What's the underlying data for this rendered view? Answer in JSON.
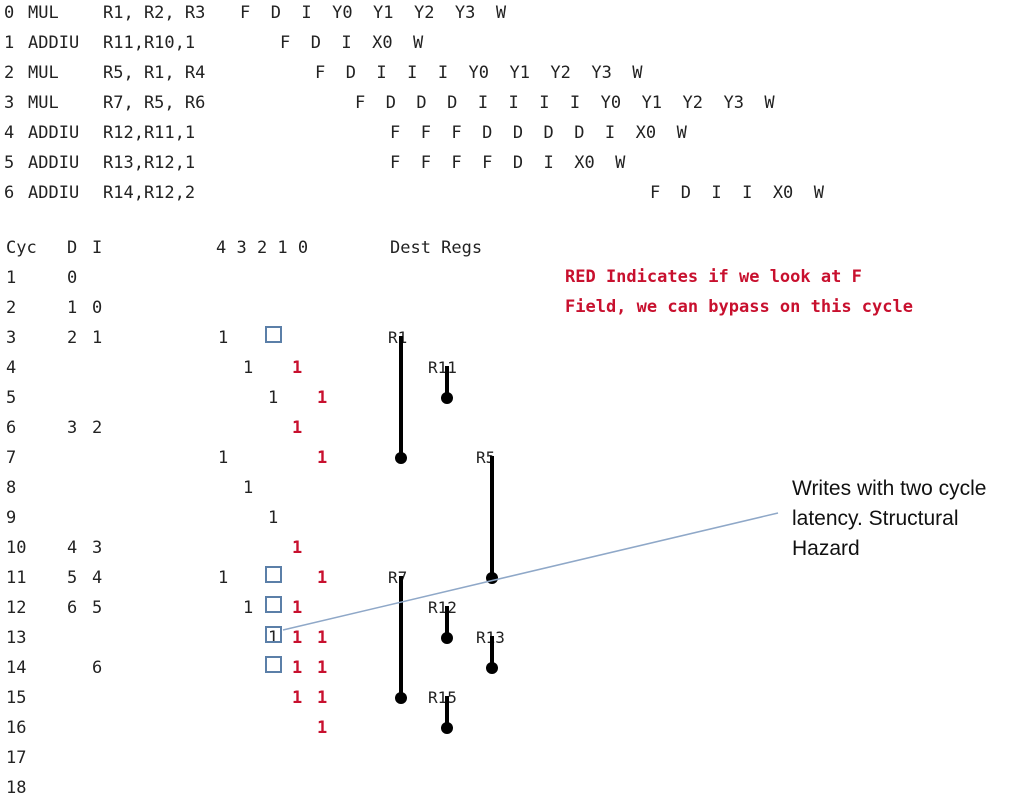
{
  "pipeline": [
    {
      "index": "0",
      "op": "MUL",
      "args": "R1, R2, R3",
      "stages": "F  D  I  Y0 Y1 Y2 Y3 W"
    },
    {
      "index": "1",
      "op": "ADDIU",
      "args": "R11,R10,1",
      "stages": "F  D  I  X0 W"
    },
    {
      "index": "2",
      "op": "MUL",
      "args": "R5, R1, R4",
      "stages": "F  D  I  I  I  Y0 Y1 Y2 Y3 W"
    },
    {
      "index": "3",
      "op": "MUL",
      "args": "R7, R5, R6",
      "stages": "F  D  D  D  I  I  I  I  Y0 Y1 Y2 Y3 W"
    },
    {
      "index": "4",
      "op": "ADDIU",
      "args": "R12,R11,1",
      "stages": "F  F  F  D  D  D  D  I  X0 W"
    },
    {
      "index": "5",
      "op": "ADDIU",
      "args": "R13,R12,1",
      "stages": "F  F  F  F  D  I  X0 W"
    },
    {
      "index": "6",
      "op": "ADDIU",
      "args": "R14,R12,2",
      "stages": "F  D  I  I X0 W"
    }
  ],
  "table_header": {
    "cyc": "Cyc",
    "d": "D",
    "i": "I",
    "bits": "4 3 2 1 0",
    "dest": "Dest Regs"
  },
  "cycles": [
    {
      "cyc": "1",
      "d": "0",
      "i": ""
    },
    {
      "cyc": "2",
      "d": "1",
      "i": "0"
    },
    {
      "cyc": "3",
      "d": "2",
      "i": "1"
    },
    {
      "cyc": "4",
      "d": "",
      "i": ""
    },
    {
      "cyc": "5",
      "d": "",
      "i": ""
    },
    {
      "cyc": "6",
      "d": "3",
      "i": "2"
    },
    {
      "cyc": "7",
      "d": "",
      "i": ""
    },
    {
      "cyc": "8",
      "d": "",
      "i": ""
    },
    {
      "cyc": "9",
      "d": "",
      "i": ""
    },
    {
      "cyc": "10",
      "d": "4",
      "i": "3"
    },
    {
      "cyc": "11",
      "d": "5",
      "i": "4"
    },
    {
      "cyc": "12",
      "d": "6",
      "i": "5"
    },
    {
      "cyc": "13",
      "d": "",
      "i": ""
    },
    {
      "cyc": "14",
      "d": "",
      "i": "6"
    },
    {
      "cyc": "15",
      "d": "",
      "i": ""
    },
    {
      "cyc": "16",
      "d": "",
      "i": ""
    },
    {
      "cyc": "17",
      "d": "",
      "i": ""
    },
    {
      "cyc": "18",
      "d": "",
      "i": ""
    }
  ],
  "bits": [
    {
      "row": 3,
      "col": 4,
      "value": "1",
      "red": false
    },
    {
      "row": 4,
      "col": 3,
      "value": "1",
      "red": false
    },
    {
      "row": 4,
      "col": 1,
      "value": "1",
      "red": true
    },
    {
      "row": 5,
      "col": 2,
      "value": "1",
      "red": false
    },
    {
      "row": 5,
      "col": 0,
      "value": "1",
      "red": true
    },
    {
      "row": 6,
      "col": 1,
      "value": "1",
      "red": true
    },
    {
      "row": 7,
      "col": 4,
      "value": "1",
      "red": false
    },
    {
      "row": 7,
      "col": 0,
      "value": "1",
      "red": true
    },
    {
      "row": 8,
      "col": 3,
      "value": "1",
      "red": false
    },
    {
      "row": 9,
      "col": 2,
      "value": "1",
      "red": false
    },
    {
      "row": 10,
      "col": 1,
      "value": "1",
      "red": true
    },
    {
      "row": 11,
      "col": 4,
      "value": "1",
      "red": false
    },
    {
      "row": 11,
      "col": 0,
      "value": "1",
      "red": true
    },
    {
      "row": 12,
      "col": 3,
      "value": "1",
      "red": false
    },
    {
      "row": 12,
      "col": 1,
      "value": "1",
      "red": true
    },
    {
      "row": 13,
      "col": 2,
      "value": "1",
      "red": false
    },
    {
      "row": 13,
      "col": 1,
      "value": "1",
      "red": true
    },
    {
      "row": 13,
      "col": 0,
      "value": "1",
      "red": true
    },
    {
      "row": 14,
      "col": 1,
      "value": "1",
      "red": true
    },
    {
      "row": 14,
      "col": 0,
      "value": "1",
      "red": true
    },
    {
      "row": 15,
      "col": 1,
      "value": "1",
      "red": true
    },
    {
      "row": 15,
      "col": 0,
      "value": "1",
      "red": true
    },
    {
      "row": 16,
      "col": 0,
      "value": "1",
      "red": true
    }
  ],
  "boxed_rows": [
    3,
    11,
    12,
    13,
    14
  ],
  "dest_regs": [
    {
      "name": "R1",
      "start": 3,
      "end": 7,
      "col": "a"
    },
    {
      "name": "R11",
      "start": 4,
      "end": 5,
      "col": "b"
    },
    {
      "name": "R5",
      "start": 7,
      "end": 11,
      "col": "c"
    },
    {
      "name": "R7",
      "start": 11,
      "end": 15,
      "col": "a"
    },
    {
      "name": "R12",
      "start": 12,
      "end": 13,
      "col": "b"
    },
    {
      "name": "R13",
      "start": 13,
      "end": 14,
      "col": "c"
    },
    {
      "name": "R15",
      "start": 15,
      "end": 16,
      "col": "b"
    }
  ],
  "red_note": "RED Indicates if we look at F\nField, we can bypass on this cycle",
  "hazard_note": "Writes with two cycle latency.  Structural Hazard",
  "colors": {
    "red": "#c8102e",
    "box": "#5b7fa8",
    "line": "#8fa8c8",
    "bar": "#000000"
  }
}
